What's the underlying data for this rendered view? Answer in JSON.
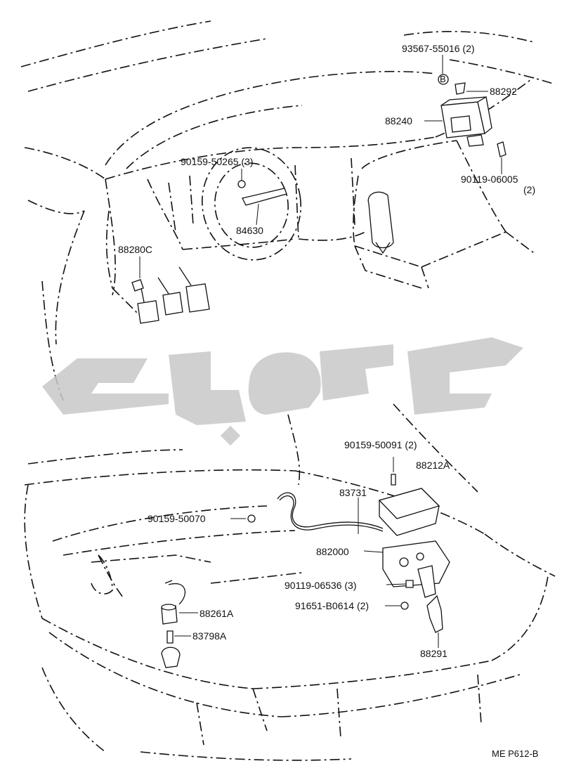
{
  "diagram": {
    "reference_code": "ME P612-B",
    "watermark_text": "تویوتا",
    "parts": [
      {
        "id": "p1",
        "label": "93567-55016 (2)"
      },
      {
        "id": "p2",
        "label": "88292"
      },
      {
        "id": "p3",
        "label": "88240"
      },
      {
        "id": "p4",
        "label": "90119-06005"
      },
      {
        "id": "p4b",
        "label": "(2)"
      },
      {
        "id": "p5",
        "label": "90159-50265 (3)"
      },
      {
        "id": "p6",
        "label": "84630"
      },
      {
        "id": "p7",
        "label": "88280C"
      },
      {
        "id": "p8",
        "label": "90159-50091 (2)"
      },
      {
        "id": "p9",
        "label": "88212A"
      },
      {
        "id": "p10",
        "label": "83731"
      },
      {
        "id": "p11",
        "label": "90159-50070"
      },
      {
        "id": "p12",
        "label": "882000"
      },
      {
        "id": "p13",
        "label": "90119-06536 (3)"
      },
      {
        "id": "p14",
        "label": "91651-B0614 (2)"
      },
      {
        "id": "p15",
        "label": "88261A"
      },
      {
        "id": "p16",
        "label": "83798A"
      },
      {
        "id": "p17",
        "label": "88291"
      }
    ]
  }
}
